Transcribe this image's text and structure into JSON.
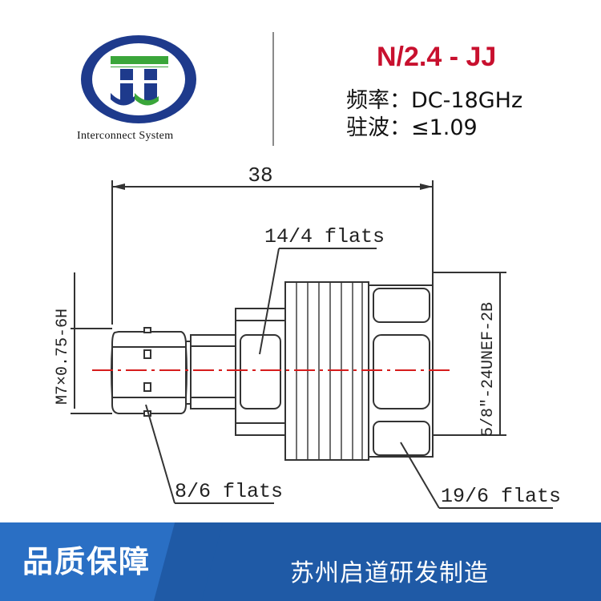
{
  "header": {
    "title": "N/2.4 - JJ",
    "frequency": "频率：DC-18GHz",
    "vswr": "驻波：≤1.09",
    "logo_text": "Interconnect System"
  },
  "drawing": {
    "length_dim": "38",
    "flats_top": "14/4 flats",
    "flats_left": "8/6 flats",
    "flats_right": "19/6 flats",
    "thread_left": "M7×0.75-6H",
    "thread_right": "5/8\"-24UNEF-2B"
  },
  "footer": {
    "left": "品质保障",
    "right": "苏州启道研发制造"
  },
  "colors": {
    "accent": "#c8102e",
    "footer_blue": "#1f5aa6",
    "logo_blue": "#1e3a8c",
    "logo_green": "#3aa63a"
  }
}
